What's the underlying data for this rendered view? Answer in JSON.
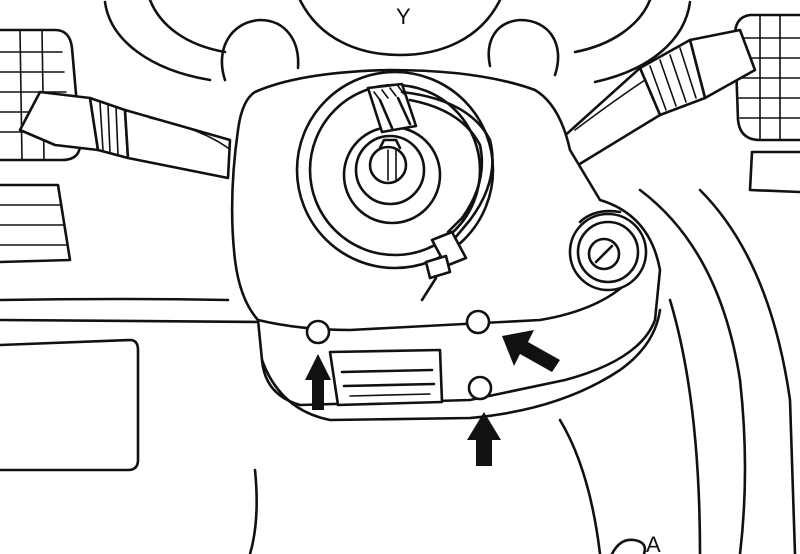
{
  "figure": {
    "labels": {
      "top_mark": "Y",
      "corner_mark": "A"
    },
    "callouts": [
      {
        "id": "arrow-left-screw",
        "direction": "up"
      },
      {
        "id": "arrow-bottom-screw",
        "direction": "up"
      },
      {
        "id": "arrow-right-screw",
        "direction": "down-left"
      }
    ],
    "ink_color": "#111111",
    "paper_color": "#ffffff"
  }
}
